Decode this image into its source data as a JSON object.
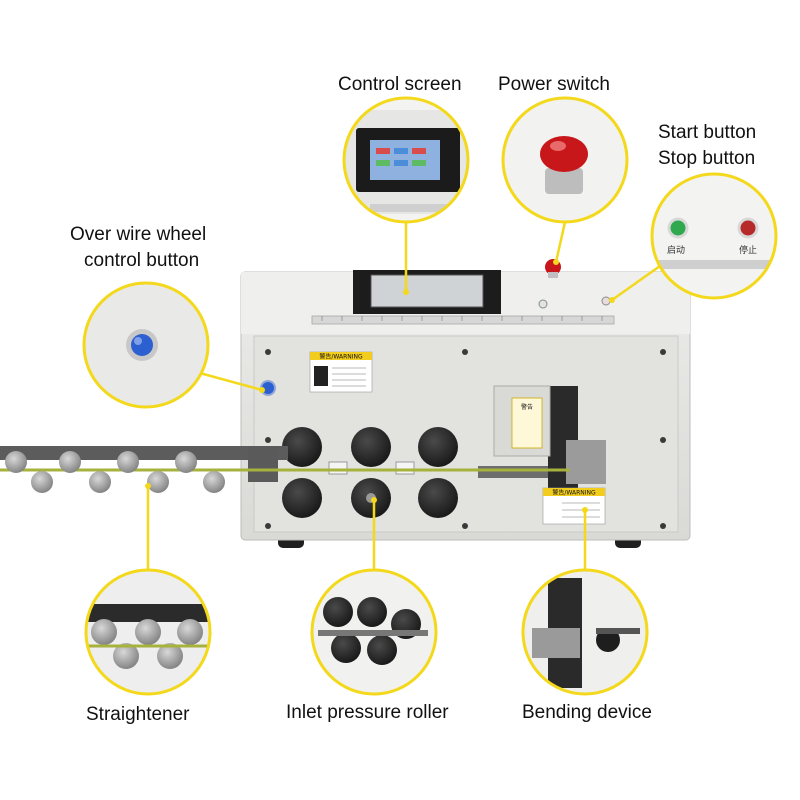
{
  "labels": {
    "control_screen": "Control screen",
    "power_switch": "Power switch",
    "start_button": "Start button",
    "stop_button": "Stop button",
    "over_wire_wheel_line1": "Over wire wheel",
    "over_wire_wheel_line2": "control button",
    "straightener": "Straightener",
    "inlet_pressure_roller": "Inlet pressure roller",
    "bending_device": "Bending device"
  },
  "machine_text": {
    "warning_top": "警告/WARNING",
    "warning_right": "警告/WARNING",
    "warning_side_title": "警告",
    "start_cn": "启动",
    "stop_cn": "停止"
  },
  "colors": {
    "callout": "#f3d81b",
    "machine_body": "#e4e4e2",
    "roller": "#2b2b2b",
    "estop_red": "#c8171b",
    "start_green": "#2fa84f",
    "stop_red": "#b62a2a",
    "wire_button_blue": "#2c5fcf"
  }
}
